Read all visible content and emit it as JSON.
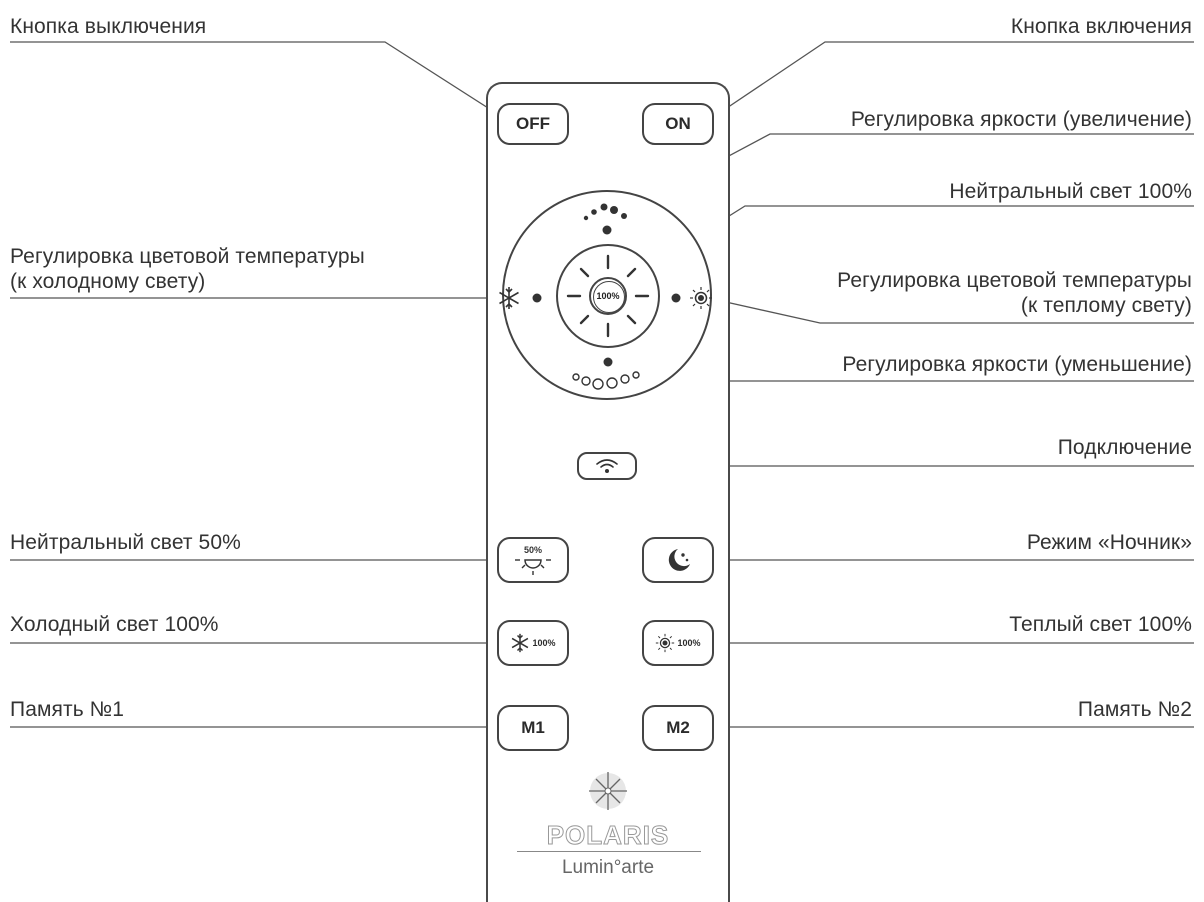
{
  "labels": {
    "off": "Кнопка выключения",
    "on": "Кнопка включения",
    "bright_up": "Регулировка яркости (увеличение)",
    "neutral100": "Нейтральный свет 100%",
    "temp_cold": "Регулировка цветовой температуры\n(к холодному свету)",
    "temp_warm": "Регулировка цветовой температуры\n(к теплому свету)",
    "bright_down": "Регулировка яркости (уменьшение)",
    "connect": "Подключение",
    "neutral50": "Нейтральный свет 50%",
    "night": "Режим «Ночник»",
    "cold100": "Холодный свет 100%",
    "warm100": "Теплый свет 100%",
    "mem1": "Память №1",
    "mem2": "Память №2"
  },
  "remote": {
    "off_button": "OFF",
    "on_button": "ON",
    "center_label": "100%",
    "neutral50_label": "50%",
    "cold100_label": "100%",
    "warm100_label": "100%",
    "m1_button": "M1",
    "m2_button": "M2",
    "brand": "POLARIS",
    "sub_brand": "Lumin°arte"
  },
  "colors": {
    "line": "#555555",
    "text": "#333333",
    "button_border": "#444444"
  },
  "icons": [
    "snowflake-icon",
    "sun-icon",
    "wifi-icon",
    "moon-icon",
    "star-icon"
  ]
}
